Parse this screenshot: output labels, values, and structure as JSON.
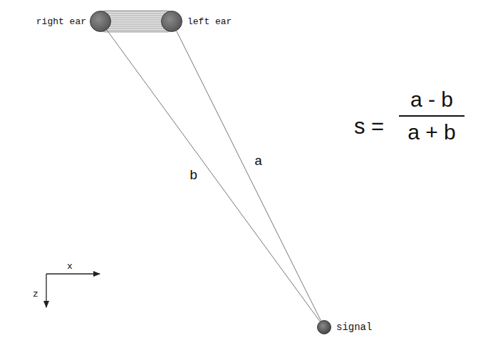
{
  "diagram": {
    "nodes": [
      {
        "text": [
          "right ear"
        ]
      },
      {
        "text": [
          "left ear"
        ]
      },
      {
        "text": [
          "signal"
        ]
      }
    ],
    "edges": [
      {
        "from": 0,
        "to": 2,
        "label": "b",
        "arrow": "none"
      },
      {
        "from": 1,
        "to": 2,
        "label": "a",
        "arrow": "none"
      }
    ],
    "labels": [
      "s =",
      "a - b",
      "a + b",
      "x",
      "z"
    ]
  }
}
